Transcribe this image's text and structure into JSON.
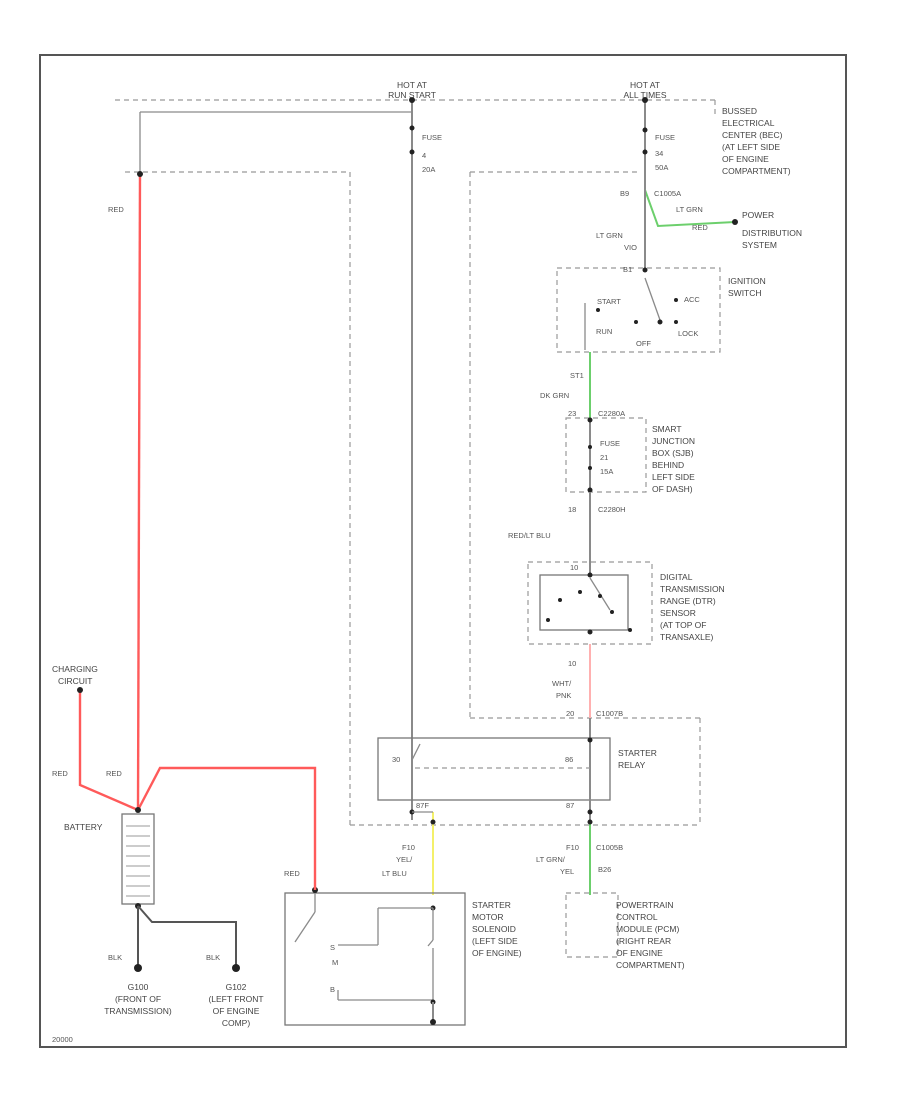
{
  "colors": {
    "red_wire": "#ff5a5a",
    "green_wire": "#6ccf6c",
    "yellow_wire": "#f4f06a",
    "pink_wire": "#ffb0b0",
    "gray_wire": "#8a8a8a",
    "dark_wire": "#555555"
  },
  "labels": {
    "hot_run_start": [
      "HOT AT",
      "RUN START"
    ],
    "hot_all_times": [
      "HOT AT",
      "ALL TIMES"
    ],
    "fuse_left": [
      "FUSE",
      "4",
      "20A"
    ],
    "fuse_right": [
      "FUSE",
      "34",
      "50A"
    ],
    "bec": [
      "BUSSED",
      "ELECTRICAL",
      "CENTER (BEC)",
      "(AT LEFT SIDE",
      "OF ENGINE",
      "COMPARTMENT)"
    ],
    "red_top": "RED",
    "red_left": "RED",
    "red_mid": "RED",
    "red_starter": "RED",
    "charging_circuit": [
      "CHARGING",
      "CIRCUIT"
    ],
    "battery": "BATTERY",
    "blk_left": "BLK",
    "blk_right": "BLK",
    "g100": [
      "G100",
      "(FRONT OF",
      "TRANSMISSION)"
    ],
    "g102": [
      "G102",
      "(LEFT FRONT",
      "OF ENGINE",
      "COMP)"
    ],
    "pin_b9": "B9",
    "c1005a": "C1005A",
    "lt_grn_top_right": [
      "LT GRN",
      "RED"
    ],
    "power_distribution": [
      "POWER",
      "DISTRIBUTION",
      "SYSTEM"
    ],
    "lt_grn_left": "LT GRN",
    "vio": "VIO",
    "ignition_switch": [
      "IGNITION",
      "SWITCH"
    ],
    "ign_start": "START",
    "ign_run": "RUN",
    "ign_acc": "ACC",
    "ign_lock": "LOCK",
    "ign_off": "OFF",
    "ign_pin": "B1",
    "pin_s": "ST1",
    "dk_grn": "DK GRN",
    "pin_d": "23",
    "c2280a": "C2280A",
    "fuse_sjb": [
      "FUSE",
      "21",
      "15A"
    ],
    "sjb": [
      "SMART",
      "JUNCTION",
      "BOX (SJB)",
      "BEHIND",
      "LEFT SIDE",
      "OF DASH)"
    ],
    "pin_18": "18",
    "c2280h": "C2280H",
    "red_lt_blu": "RED/LT BLU",
    "dtr_pin": "10",
    "dtr_sensor": [
      "DIGITAL",
      "TRANSMISSION",
      "RANGE (DTR)",
      "SENSOR",
      "(AT TOP OF",
      "TRANSAXLE)"
    ],
    "dtr_out_pin": "10",
    "wht_pnk": [
      "WHT/",
      "PNK"
    ],
    "relay_top_pin": "20",
    "c1007b": "C1007B",
    "starter_relay": [
      "STARTER",
      "RELAY"
    ],
    "relay_30": "30",
    "relay_87": "87",
    "relay_87f": "87F",
    "relay_86": "86",
    "f10": "F10",
    "yel_lt_blu": [
      "YEL/",
      "LT BLU"
    ],
    "f10_right": "F10",
    "c1005b": "C1005B",
    "lt_grn_yel": [
      "LT GRN/",
      "YEL"
    ],
    "pin_b26": "B26",
    "starter_motor": [
      "STARTER",
      "MOTOR",
      "SOLENOID",
      "(LEFT SIDE",
      "OF ENGINE)"
    ],
    "starter_m": "M",
    "starter_s": "S",
    "starter_b": "B",
    "pcm": [
      "POWERTRAIN",
      "CONTROL",
      "MODULE (PCM)",
      "(RIGHT REAR",
      "OF ENGINE",
      "COMPARTMENT)"
    ],
    "code": "20000"
  }
}
